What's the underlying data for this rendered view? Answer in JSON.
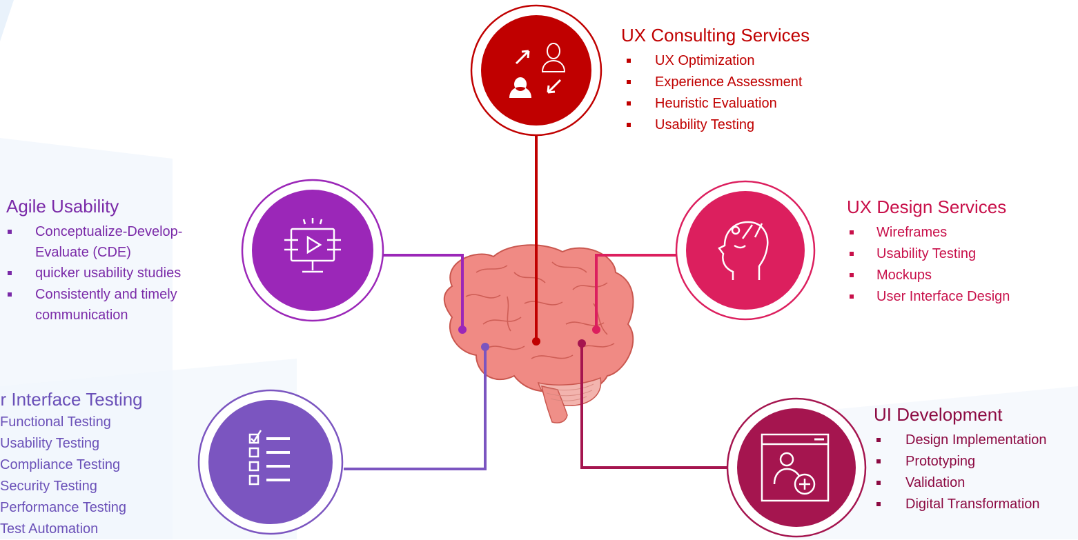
{
  "colors": {
    "consulting": "#c00000",
    "agile": "#9b27b8",
    "testing": "#7b55c0",
    "design": "#dc1f5e",
    "development": "#a5154f",
    "brain": "#f08a84"
  },
  "consulting": {
    "title": "UX Consulting Services",
    "icon": "user-exchange-icon",
    "items": [
      "UX Optimization",
      "Experience Assessment",
      "Heuristic Evaluation",
      "Usability Testing"
    ]
  },
  "agile": {
    "title": "Agile Usability",
    "icon": "video-monitor-icon",
    "items": [
      "Conceptualize-Develop-",
      "Evaluate (CDE)",
      "quicker usability studies",
      "Consistently and timely",
      "communication"
    ]
  },
  "testing": {
    "title": "er Interface Testing",
    "icon": "checklist-icon",
    "items": [
      "Functional Testing",
      "Usability Testing",
      "Compliance Testing",
      "Security Testing",
      "Performance Testing",
      "Test Automation"
    ]
  },
  "design": {
    "title": "UX Design Services",
    "icon": "creative-head-icon",
    "items": [
      "Wireframes",
      "Usability Testing",
      "Mockups",
      "User Interface Design"
    ]
  },
  "development": {
    "title": "UI Development",
    "icon": "browser-add-user-icon",
    "items": [
      "Design Implementation",
      "Prototyping",
      "Validation",
      "Digital Transformation"
    ]
  }
}
